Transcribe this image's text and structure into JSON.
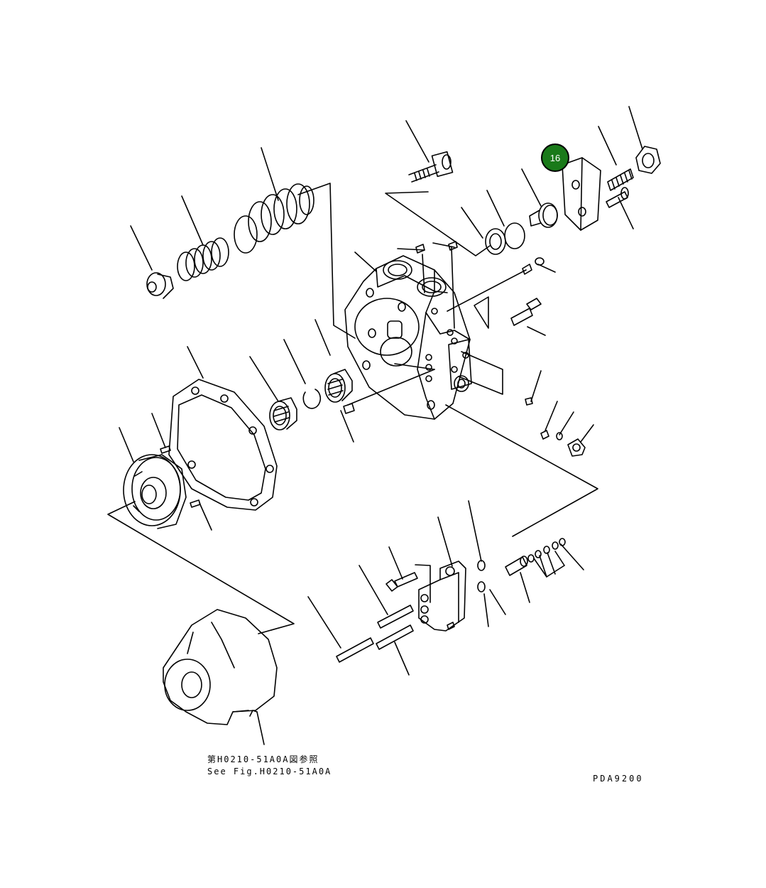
{
  "callout": {
    "number": "16",
    "color": "#1a7a1a"
  },
  "reference": {
    "jp": "第H0210-51A0A図参照",
    "en": "See Fig.H0210-51A0A"
  },
  "drawing_code": "PDA9200"
}
